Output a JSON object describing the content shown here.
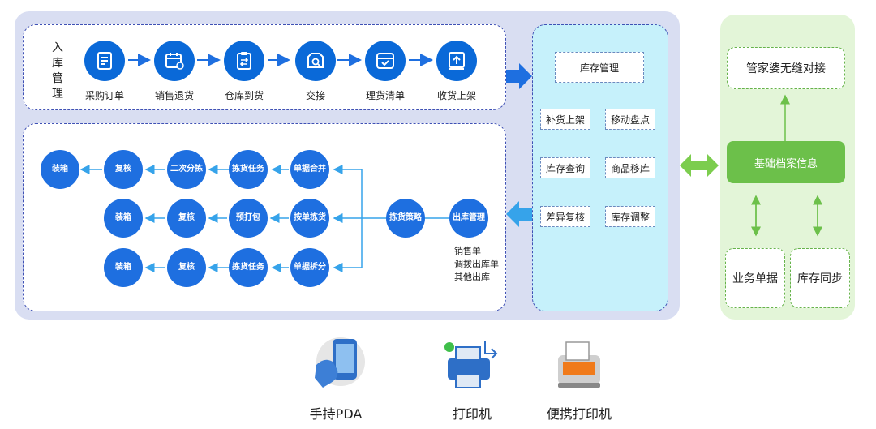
{
  "inbound": {
    "title": "入库管理",
    "steps": [
      {
        "label": "采购订单",
        "icon": "document-icon"
      },
      {
        "label": "销售退货",
        "icon": "calendar-icon"
      },
      {
        "label": "仓库到货",
        "icon": "clipboard-icon"
      },
      {
        "label": "交接",
        "icon": "search-box-icon"
      },
      {
        "label": "理货清单",
        "icon": "checklist-icon"
      },
      {
        "label": "收货上架",
        "icon": "upload-icon"
      }
    ]
  },
  "outbound": {
    "start": "出库管理",
    "strategy": "拣货策略",
    "notes": [
      "销售单",
      "调拨出库单",
      "其他出库"
    ],
    "rows": [
      [
        "单据合并",
        "拣货任务",
        "二次分拣",
        "复核",
        "装箱"
      ],
      [
        "按单拣货",
        "预打包",
        "复核",
        "装箱"
      ],
      [
        "单据拆分",
        "拣货任务",
        "复核",
        "装箱"
      ]
    ]
  },
  "stock": {
    "title": "库存管理",
    "items": [
      "补货上架",
      "移动盘点",
      "库存查询",
      "商品移库",
      "差异复核",
      "库存调整"
    ]
  },
  "integration": {
    "top": "管家婆无缝对接",
    "center": "基础档案信息",
    "left": "业务单据",
    "right": "库存同步"
  },
  "devices": [
    {
      "label": "手持PDA",
      "icon": "handheld-pda-icon"
    },
    {
      "label": "打印机",
      "icon": "printer-icon"
    },
    {
      "label": "便携打印机",
      "icon": "portable-printer-icon"
    }
  ],
  "colors": {
    "primary": "#1e6fe0",
    "green": "#6cc04a",
    "cyan": "#c6f1fb",
    "panel": "#d9def2"
  }
}
